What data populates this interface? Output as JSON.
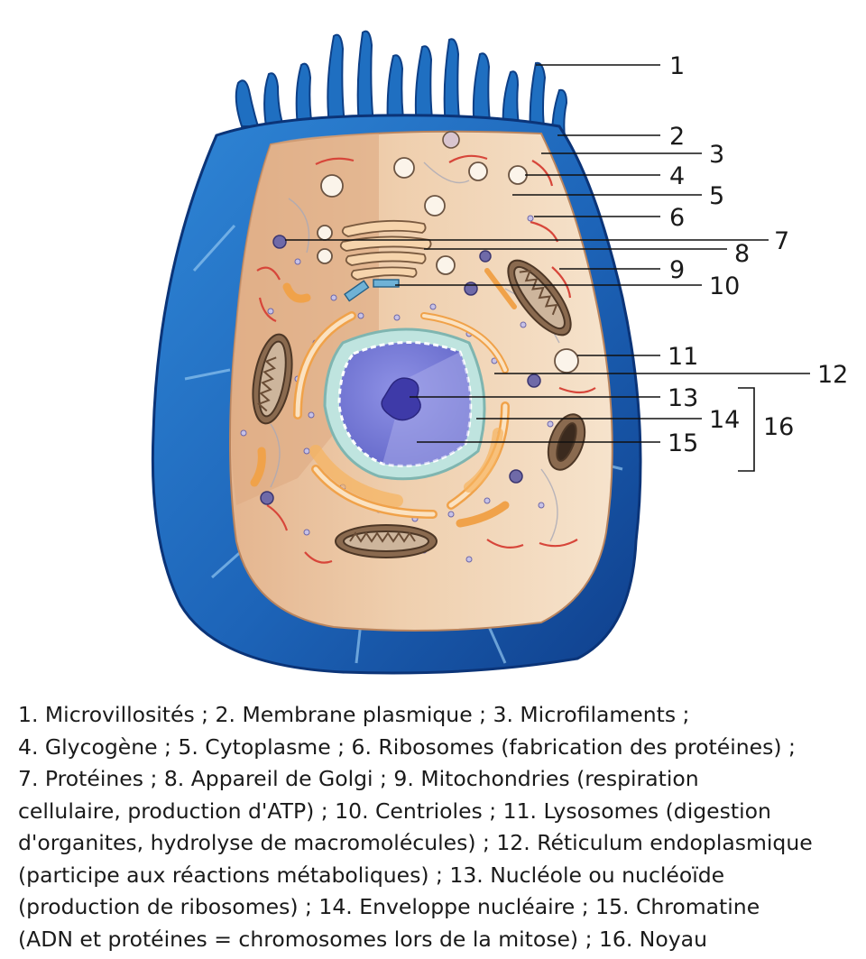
{
  "labels": [
    {
      "num": "1"
    },
    {
      "num": "2"
    },
    {
      "num": "3"
    },
    {
      "num": "4"
    },
    {
      "num": "5"
    },
    {
      "num": "6"
    },
    {
      "num": "7"
    },
    {
      "num": "8"
    },
    {
      "num": "9"
    },
    {
      "num": "10"
    },
    {
      "num": "11"
    },
    {
      "num": "12"
    },
    {
      "num": "13"
    },
    {
      "num": "14"
    },
    {
      "num": "15"
    },
    {
      "num": "16"
    }
  ],
  "caption_lines": [
    "1. Microvillosités ; 2. Membrane plasmique ; 3. Microfilaments ;",
    "4. Glycogène ; 5. Cytoplasme ; 6. Ribosomes (fabrication des protéines) ;",
    "7. Protéines ; 8. Appareil de Golgi ; 9. Mitochondries (respiration",
    "cellulaire, production d'ATP) ; 10. Centrioles ; 11. Lysosomes (digestion",
    "d'organites, hydrolyse de macromolécules) ; 12. Réticulum endoplasmique",
    "(participe aux réactions métaboliques) ; 13. Nucléole ou nucléoïde",
    "(production de ribosomes) ; 14. Enveloppe nucléaire ; 15. Chromatine",
    "(ADN et protéines = chromosomes lors de la mitose) ; 16. Noyau"
  ],
  "colors": {
    "membrane_blue": "#1f6fc1",
    "membrane_dark": "#0d3f86",
    "cytoplasm": "#f3dcc0",
    "cytoplasm_shadow": "#e3b58e",
    "mitochondria": "#8a6a4f",
    "nucleus": "#7c7fd6",
    "nucleolus": "#3e3aa8",
    "envelope": "#b9e2de",
    "er_orange": "#f0a24a",
    "microfilament_red": "#d7463a"
  }
}
